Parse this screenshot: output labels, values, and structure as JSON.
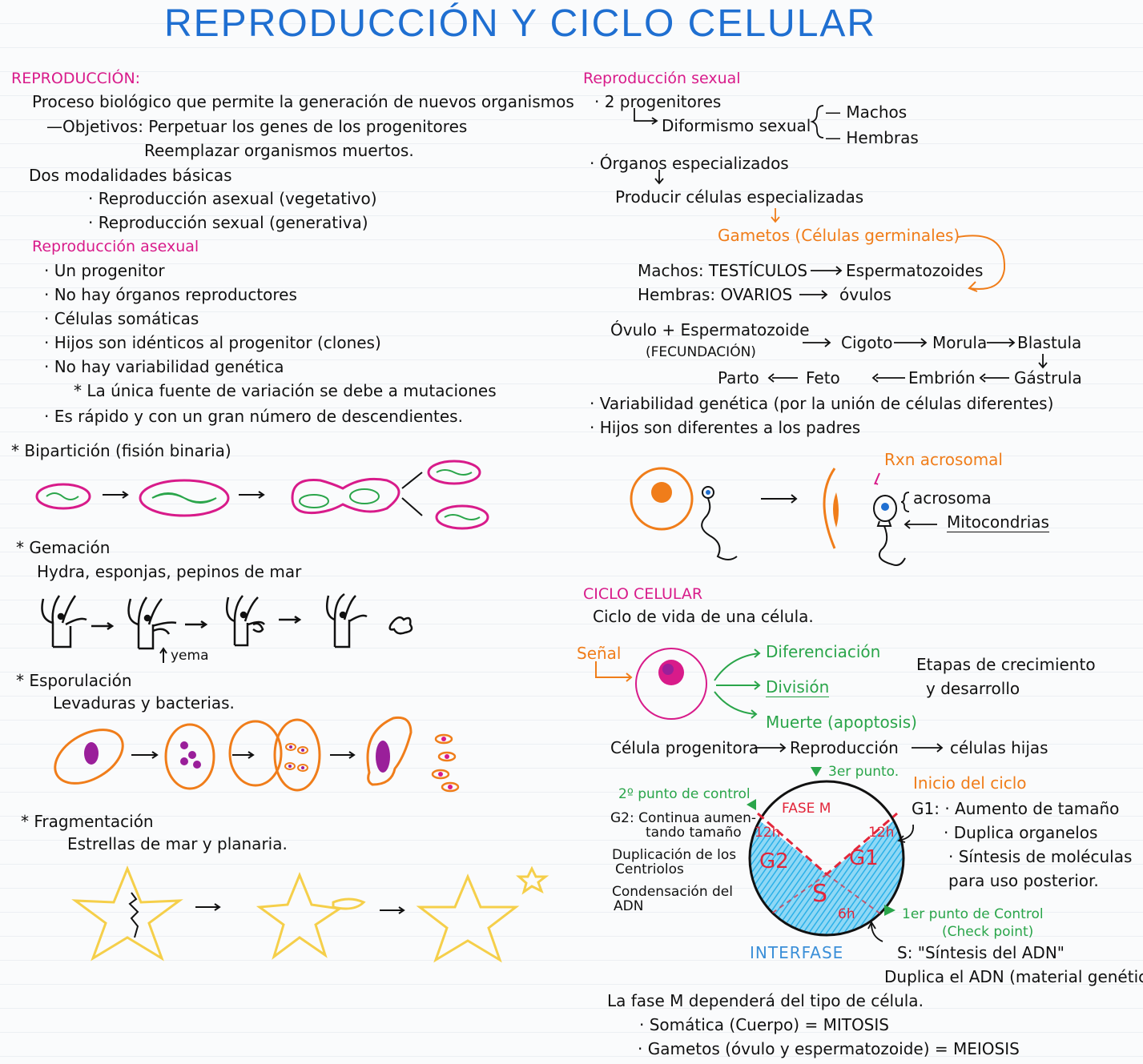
{
  "title": "REPRODUCCIÓN Y CICLO CELULAR",
  "left": {
    "reproduccion_heading": "REPRODUCCIÓN:",
    "definition": "Proceso biológico que permite la generación de nuevos organismos",
    "objetivos": "—Objetivos: Perpetuar los genes de los progenitores",
    "objetivo2": "Reemplazar organismos muertos.",
    "modalidades": "Dos modalidades básicas",
    "modalidad1": "· Reproducción asexual (vegetativo)",
    "modalidad2": "· Reproducción sexual (generativa)",
    "asexual_heading": "Reproducción asexual",
    "asexual_items": [
      "· Un progenitor",
      "· No hay órganos reproductores",
      "· Células somáticas",
      "· Hijos son idénticos al progenitor (clones)",
      "· No hay variabilidad genética",
      "* La única fuente de variación se debe a mutaciones",
      "· Es rápido y con un gran número de descendientes."
    ],
    "biparticion": "* Bipartición (fisión binaria)",
    "gemacion": "* Gemación",
    "gemacion_examples": "Hydra, esponjas, pepinos de mar",
    "yema": "yema",
    "esporulacion": "* Esporulación",
    "esporulacion_examples": "Levaduras y bacterias.",
    "fragmentacion": "* Fragmentación",
    "fragmentacion_examples": "Estrellas de mar y planaria."
  },
  "right": {
    "sexual_heading": "Reproducción sexual",
    "progenitores": "· 2 progenitores",
    "dimorfismo": "Diformismo sexual",
    "machos": "— Machos",
    "hembras": "— Hembras",
    "organos": "· Órganos especializados",
    "producir": "Producir células especializadas",
    "gametos": "Gametos (Células germinales)",
    "machos_line": "Machos: TESTÍCULOS",
    "espermatozoides": "Espermatozoides",
    "hembras_line": "Hembras: OVARIOS",
    "ovulos": "óvulos",
    "fecundacion1": "Óvulo + Espermatozoide",
    "fecundacion2": "(FECUNDACIÓN)",
    "cigoto": "Cigoto",
    "morula": "Morula",
    "blastula": "Blastula",
    "parto": "Parto",
    "feto": "Feto",
    "embrion": "Embrión",
    "gastrula": "Gástrula",
    "variabilidad": "· Variabilidad genética (por la unión de células diferentes)",
    "hijos": "· Hijos son diferentes a los padres",
    "rxn": "Rxn acrosomal",
    "acrosoma": "acrosoma",
    "mitocondrias": "Mitocondrias",
    "ciclo_heading": "CICLO CELULAR",
    "ciclo_def": "Ciclo de vida de una célula.",
    "senal": "Señal",
    "diferenciacion": "Diferenciación",
    "division": "División",
    "muerte": "Muerte (apoptosis)",
    "etapas1": "Etapas de crecimiento",
    "etapas2": "y desarrollo",
    "celula_progenitora": "Célula progenitora",
    "reproduccion": "Reproducción",
    "celulas_hijas": "células hijas",
    "tercer_punto": "3er punto.",
    "inicio": "Inicio del ciclo",
    "segundo_punto": "2º punto de control",
    "g2_line1": "G2: Continua aumen-",
    "g2_line2": "tando tamaño",
    "dup_centriolos1": "Duplicación de los",
    "dup_centriolos2": "Centriolos",
    "condensacion1": "Condensación del",
    "condensacion2": "ADN",
    "fase_m": "FASE M",
    "label_12h_left": "12h",
    "label_12h_right": "12h",
    "label_6h": "6h",
    "g2": "G2",
    "g1": "G1",
    "s": "S",
    "g1_items": [
      "G1: · Aumento de tamaño",
      "· Duplica organelos",
      "· Síntesis de moléculas",
      "para uso posterior."
    ],
    "primer_punto1": "1er punto de Control",
    "primer_punto2": "(Check point)",
    "interfase": "INTERFASE",
    "s_line": "S: \"Síntesis del ADN\"",
    "duplica_adn": "Duplica el ADN (material genético)",
    "fase_m_depende": "La fase M dependerá del tipo de célula.",
    "somatica": "· Somática (Cuerpo) = MITOSIS",
    "gametos_meiosis": "· Gametos (óvulo y espermatozoide) = MEIOSIS"
  },
  "colors": {
    "title": "#1f6fd1",
    "pink": "#d81b8a",
    "orange": "#f07d1a",
    "green": "#2aa54a",
    "cyan": "#3ab6ea",
    "yellow": "#f5cf4a",
    "red": "#e2263a"
  }
}
